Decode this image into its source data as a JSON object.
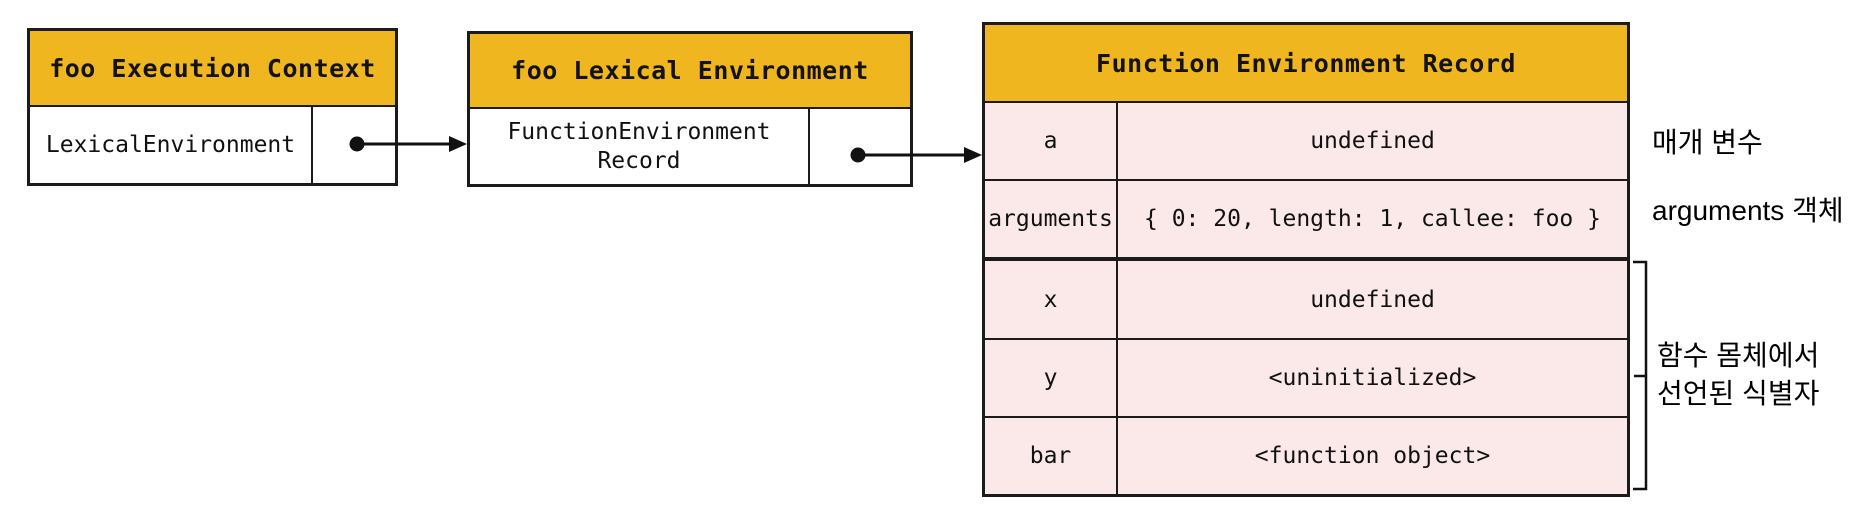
{
  "colors": {
    "header_bg": "#F0B620",
    "row_bg": "#FBE9E9",
    "border": "#1b1b1b",
    "text": "#111111"
  },
  "boxes": {
    "execution_context": {
      "title": "foo Execution Context",
      "slot": "LexicalEnvironment"
    },
    "lexical_environment": {
      "title": "foo Lexical Environment",
      "slot": "FunctionEnvironment\nRecord"
    },
    "environment_record": {
      "title": "Function Environment Record",
      "rows": [
        {
          "key": "a",
          "value": "undefined"
        },
        {
          "key": "arguments",
          "value": "{ 0: 20, length: 1, callee: foo }"
        },
        {
          "key": "x",
          "value": "undefined"
        },
        {
          "key": "y",
          "value": "<uninitialized>"
        },
        {
          "key": "bar",
          "value": "<function object>"
        }
      ]
    }
  },
  "annotations": {
    "parameter_label": "매개 변수",
    "arguments_object_label": "arguments 객체",
    "body_declared_label": "함수 몸체에서\n선언된 식별자"
  }
}
